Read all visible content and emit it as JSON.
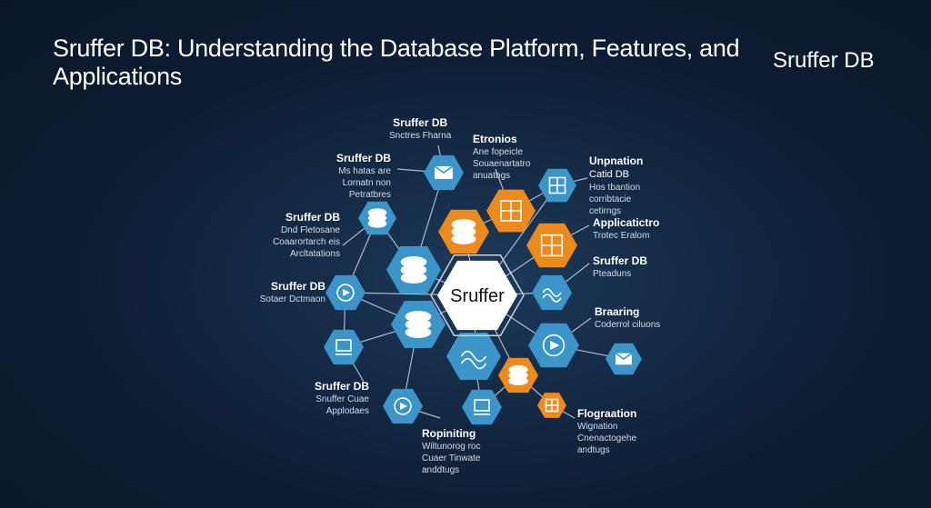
{
  "header": {
    "title": "Sruffer DB: Understanding the Database Platform, Features, and Applications",
    "brand": "Sruffer DB"
  },
  "colors": {
    "background": "#0e1d33",
    "blue_node": "#3b95c8",
    "orange_node": "#ec8a1c",
    "center_node": "#ffffff",
    "connector": "#c9d3dd"
  },
  "center": {
    "label": "Sruffer"
  },
  "nodes": [
    {
      "id": "n1",
      "color": "blue",
      "icon": "mail-icon"
    },
    {
      "id": "n2",
      "color": "blue",
      "icon": "layers-icon"
    },
    {
      "id": "n3",
      "color": "blue",
      "icon": "database-icon"
    },
    {
      "id": "n4",
      "color": "blue",
      "icon": "chat-icon"
    },
    {
      "id": "n5",
      "color": "blue",
      "icon": "database-icon"
    },
    {
      "id": "n6",
      "color": "blue",
      "icon": "monitor-icon"
    },
    {
      "id": "n7",
      "color": "blue",
      "icon": "play-icon"
    },
    {
      "id": "n8",
      "color": "blue",
      "icon": "workflow-icon"
    },
    {
      "id": "n9",
      "color": "blue",
      "icon": "device-icon"
    },
    {
      "id": "n10",
      "color": "orange",
      "icon": "stack-icon"
    },
    {
      "id": "n11",
      "color": "orange",
      "icon": "box-icon"
    },
    {
      "id": "n12",
      "color": "blue",
      "icon": "document-icon"
    },
    {
      "id": "n13",
      "color": "orange",
      "icon": "grid-icon"
    },
    {
      "id": "n14",
      "color": "blue",
      "icon": "cloud-icon"
    },
    {
      "id": "n15",
      "color": "blue",
      "icon": "sync-icon"
    },
    {
      "id": "n16",
      "color": "blue",
      "icon": "inbox-icon"
    },
    {
      "id": "n17",
      "color": "orange",
      "icon": "database-icon"
    },
    {
      "id": "n18",
      "color": "orange",
      "icon": "card-icon"
    }
  ],
  "labels": [
    {
      "title": "Sruffer DB",
      "lines": [
        "Snctres Fharna"
      ]
    },
    {
      "title": "Etronios",
      "lines": [
        "Ane fopeicle",
        "Souaenartatro",
        "anuatbgs"
      ]
    },
    {
      "title": "Sruffer DB",
      "lines": [
        "Ms hatas are",
        "Lornatn non",
        "Petratbres"
      ]
    },
    {
      "title": "Unpnation",
      "lines": [
        "Catid DB",
        "Hos tbantion",
        "corribtacie",
        "cetirngs"
      ]
    },
    {
      "title": "Sruffer DB",
      "lines": [
        "Dnd Fletosane",
        "Coaarortarch eis",
        "Arcltatations"
      ]
    },
    {
      "title": "Applicatictro",
      "lines": [
        "Trotec Eralom"
      ]
    },
    {
      "title": "Sruffer DB",
      "lines": [
        "Pteaduns"
      ]
    },
    {
      "title": "Sruffer DB",
      "lines": [
        "Sotaer Dctmaon"
      ]
    },
    {
      "title": "Braaring",
      "lines": [
        "Coderrol ciluons"
      ]
    },
    {
      "title": "Sruffer DB",
      "lines": [
        "Snuffer Cuae",
        "Applodaes"
      ]
    },
    {
      "title": "Ropiniting",
      "lines": [
        "Wiltunorog roc",
        "Cuaer Tinwate",
        "anddtugs"
      ]
    },
    {
      "title": "Flograation",
      "lines": [
        "Wignation",
        "Cnenactogehe",
        "andtugs"
      ]
    }
  ]
}
